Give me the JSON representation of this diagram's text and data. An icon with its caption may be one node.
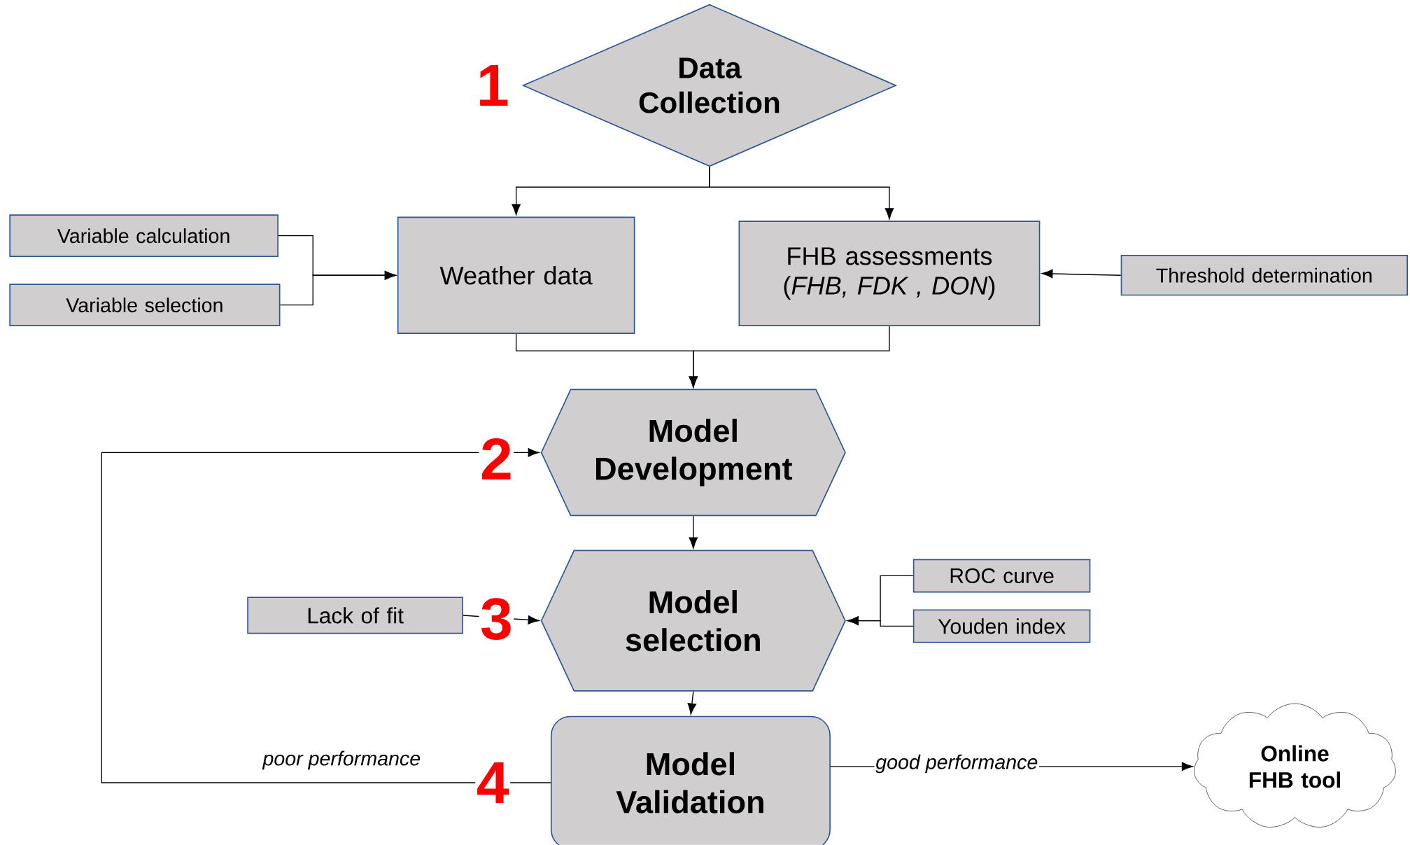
{
  "diagram": {
    "nodes": [
      {
        "text": [
          "Data Collection"
        ]
      },
      {
        "text": [
          "Variable calculation"
        ]
      },
      {
        "text": [
          "Variable selection"
        ]
      },
      {
        "text": [
          "Weather data"
        ]
      },
      {
        "text": [
          "FHB assessments",
          "(*FHB, FDK , DON*)"
        ]
      },
      {
        "text": [
          "Threshold determination"
        ]
      },
      {
        "text": [
          "Model Development"
        ]
      },
      {
        "text": [
          "Lack of fit"
        ]
      },
      {
        "text": [
          "Model selection"
        ]
      },
      {
        "text": [
          "ROC curve"
        ]
      },
      {
        "text": [
          "Youden index"
        ]
      },
      {
        "text": [
          "Model Validation"
        ]
      },
      {
        "text": [
          "Online FHB tool"
        ]
      }
    ],
    "edges": [
      {
        "from": 0,
        "to": 3,
        "arrow": "to"
      },
      {
        "from": 0,
        "to": 4,
        "arrow": "to"
      },
      {
        "from": 1,
        "to": 3,
        "arrow": "to"
      },
      {
        "from": 2,
        "to": 3,
        "arrow": "to"
      },
      {
        "from": 5,
        "to": 4,
        "arrow": "to"
      },
      {
        "from": 3,
        "to": 6,
        "arrow": "to"
      },
      {
        "from": 4,
        "to": 6,
        "arrow": "to"
      },
      {
        "from": 6,
        "to": 8,
        "arrow": "to"
      },
      {
        "from": 7,
        "to": 8,
        "arrow": "to"
      },
      {
        "from": 9,
        "to": 8,
        "arrow": "to"
      },
      {
        "from": 10,
        "to": 8,
        "arrow": "to"
      },
      {
        "from": 8,
        "to": 11,
        "arrow": "to"
      },
      {
        "from": 11,
        "to": 6,
        "arrow": "to",
        "label": "poor performance"
      },
      {
        "from": 11,
        "to": 12,
        "arrow": "to",
        "label": "good performance"
      }
    ],
    "labels": [
      "1",
      "2",
      "3",
      "4"
    ]
  }
}
